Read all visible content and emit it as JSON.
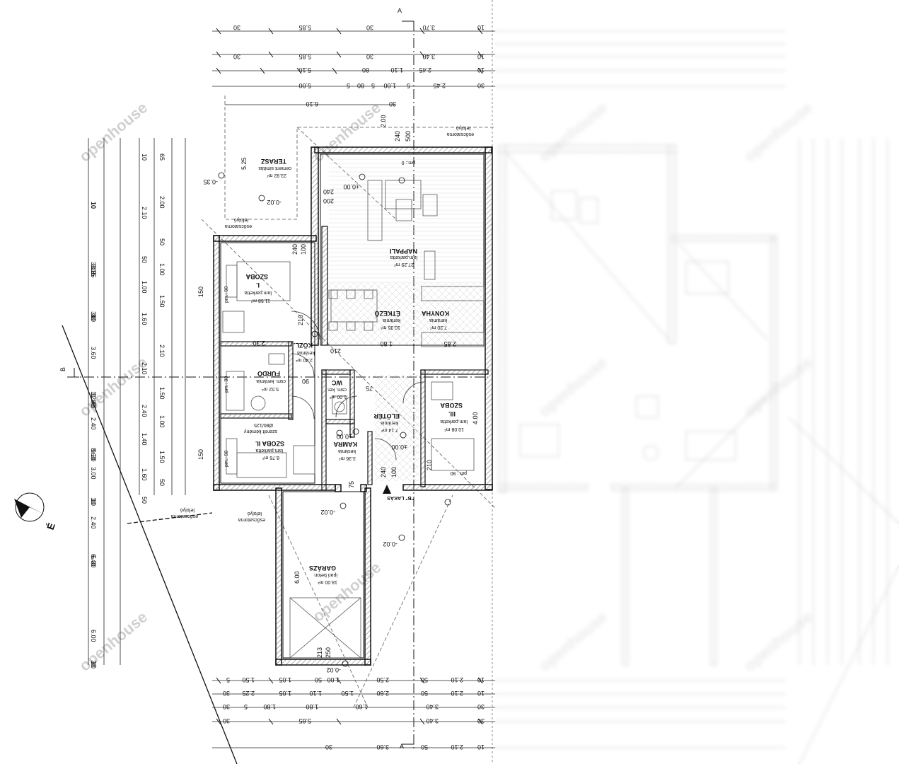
{
  "rooms": {
    "nappali": {
      "name": "NAPPALI",
      "floor": "lam.parketta",
      "area": "27.29 m²"
    },
    "konyha": {
      "name": "KONYHA",
      "floor": "kerámia",
      "area": "7.20 m²"
    },
    "etkezo": {
      "name": "ÉTKEZŐ",
      "floor": "kerámia",
      "area": "10.35 m²"
    },
    "szoba1": {
      "name": "SZOBA",
      "number": "I.",
      "floor": "lam.parketta",
      "area": "11.58 m²"
    },
    "kozl": {
      "name": "KÖZL.",
      "floor": "kerámia",
      "area": "2.40 m²"
    },
    "furdo": {
      "name": "FÜRDŐ",
      "floor": "csm. kerámia",
      "area": "5.52 m²"
    },
    "wc": {
      "name": "WC",
      "floor": "csm. ker.",
      "area": "1.00 m²"
    },
    "eloter": {
      "name": "ELŐTÉR",
      "floor": "kerámia",
      "area": "7.14 m²"
    },
    "kamra": {
      "name": "KAMRA",
      "floor": "kerámia",
      "area": "3.36 m²"
    },
    "szoba2": {
      "name": "SZOBA II.",
      "floor": "lam.parketta",
      "area": "8.76 m²"
    },
    "szoba3": {
      "name": "SZOBA",
      "number": "III.",
      "floor": "lam.parketta",
      "area": "10.08 m²"
    },
    "garazs": {
      "name": "GARÁZS",
      "floor": "ipari beton",
      "area": "18.00 m²"
    },
    "terasz": {
      "name": "TERASZ",
      "floor": "cement simitás",
      "area": "23.92 m²"
    }
  },
  "annotations": {
    "section_a": "A",
    "section_b": "B",
    "entrance": "\"B\" LAKÁS",
    "north": "É",
    "gutter": "esőcsatorna",
    "downpipe": "lefolyó",
    "window_note": "szerelt kémény",
    "window_size": "Ø80/125",
    "sill": "pm.: 90",
    "sill_zero": "pm.: 0"
  },
  "levels": {
    "zero": "±0.00",
    "m002": "-0.02",
    "m035": "-0.35"
  },
  "dimensions": {
    "top_rows": [
      [
        "10",
        "3.70",
        "30",
        "5.85",
        "30"
      ],
      [
        "10",
        "3.40",
        "30",
        "5.85",
        "30"
      ],
      [
        "10",
        "2.45",
        "1.10",
        "80",
        "5.10"
      ],
      [
        "30",
        "2.45",
        "5",
        "1.00",
        "5",
        "80",
        "5",
        "5.00"
      ],
      [
        "30",
        "6.10",
        "2.00"
      ]
    ],
    "bottom_rows": [
      [
        "10",
        "2.10",
        "50",
        "2.50",
        "1.00",
        "50",
        "1.05",
        "1.50",
        "5"
      ],
      [
        "10",
        "2.10",
        "50",
        "2.60",
        "1.50",
        "1.10",
        "1.05",
        "2.25",
        "30"
      ],
      [
        "30",
        "3.40",
        "1.60",
        "1.80",
        "1.80",
        "5",
        "30"
      ],
      [
        "30",
        "3.40",
        "5.85",
        "30"
      ],
      [
        "10",
        "2.10",
        "50",
        "3.60",
        "30"
      ]
    ],
    "left_cols": [
      [
        "10",
        "3.25",
        "10",
        "12.45",
        "9.20",
        "10",
        "6.30",
        "30"
      ],
      [
        "10",
        "3.15",
        "30",
        "11.85",
        "8.60",
        "10",
        "6.40",
        "30"
      ],
      [
        "10",
        "3.15",
        "30",
        "3.60",
        "2.40",
        "3.00",
        "2.40",
        "6.00"
      ],
      [
        "10",
        "2.10",
        "50",
        "1.00",
        "1.60",
        "2.10",
        "2.40",
        "1.40",
        "1.60",
        "50"
      ],
      [
        "65",
        "2.00",
        "50",
        "1.00",
        "1.50",
        "2.10",
        "1.50",
        "1.00",
        "1.50",
        "50"
      ]
    ],
    "inner": {
      "d240": "240",
      "d200": "200",
      "d500": "500",
      "d100": "100",
      "d210": "210",
      "d90": "90",
      "d75": "75",
      "d150": "150",
      "d213": "213",
      "d250": "250",
      "d600": "6.00",
      "d525": "5.25",
      "d400": "4.00",
      "d180": "1.80",
      "d285": "2.85",
      "d230": "2.30"
    }
  },
  "watermark": "openhouse"
}
